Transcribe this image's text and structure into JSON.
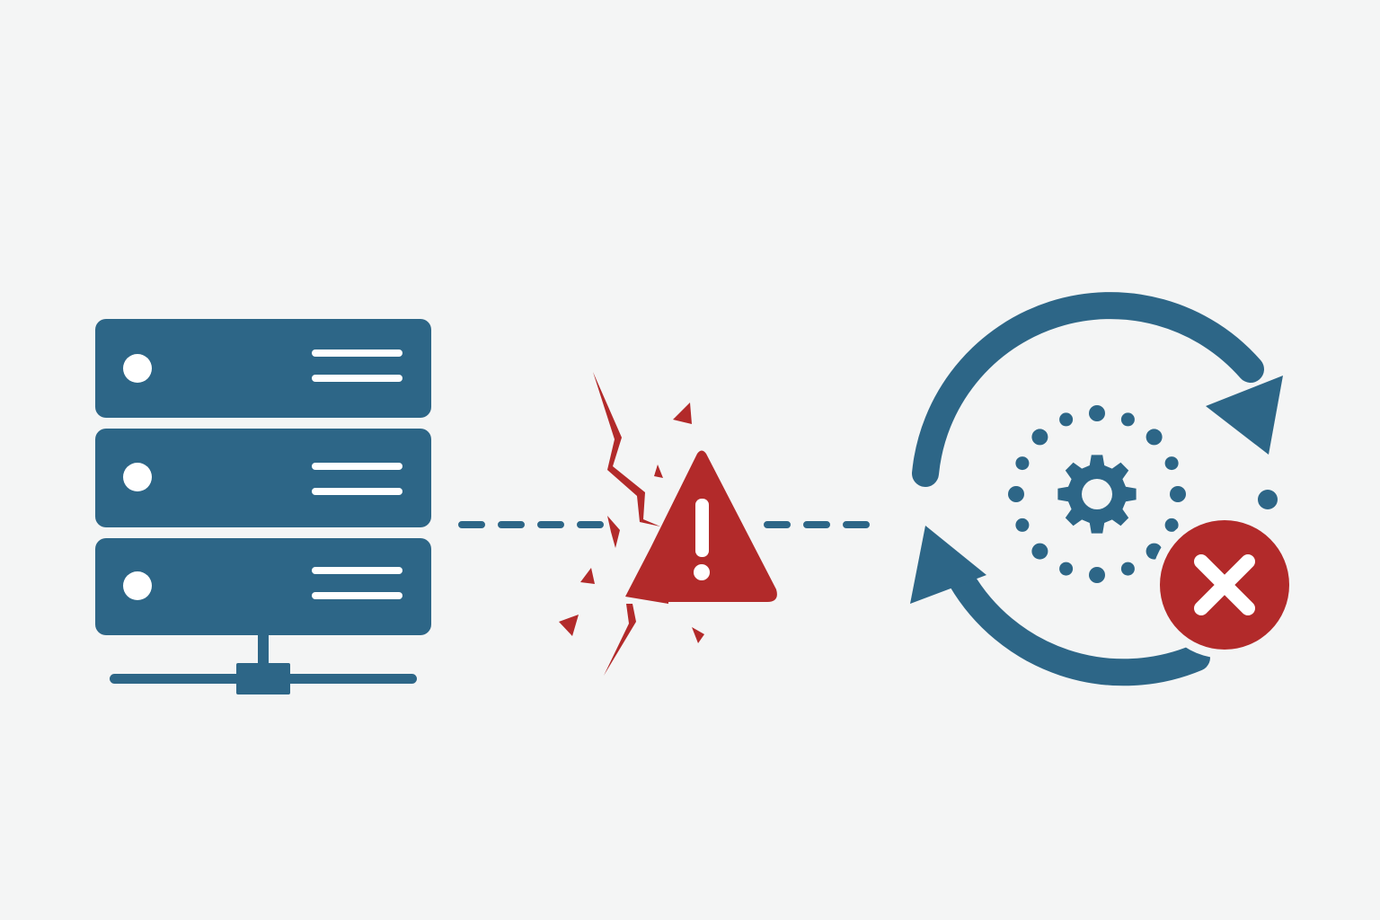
{
  "colors": {
    "background": "#f4f5f5",
    "primary": "#2d6687",
    "alert": "#b22a2a",
    "on_color": "#ffffff"
  },
  "icons": {
    "server": "server-rack-icon",
    "network": "network-connector-icon",
    "link": "dashed-connection-line",
    "break": "broken-link-crack",
    "warning": "warning-triangle-icon",
    "sync": "sync-cycle-arrows-icon",
    "process": "gear-icon",
    "failure": "error-x-badge-icon"
  },
  "server": {
    "unit_count": 3
  }
}
